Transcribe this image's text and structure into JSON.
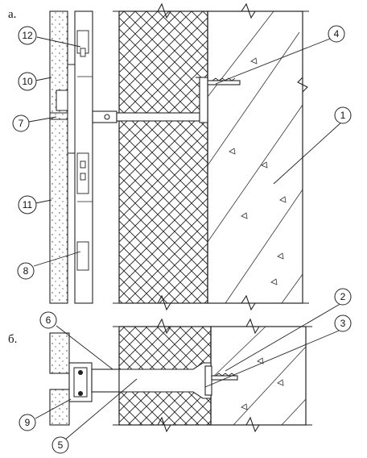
{
  "sections": {
    "a": "а.",
    "b": "б."
  },
  "callouts": [
    "1",
    "2",
    "3",
    "4",
    "5",
    "6",
    "7",
    "8",
    "9",
    "10",
    "11",
    "12"
  ]
}
